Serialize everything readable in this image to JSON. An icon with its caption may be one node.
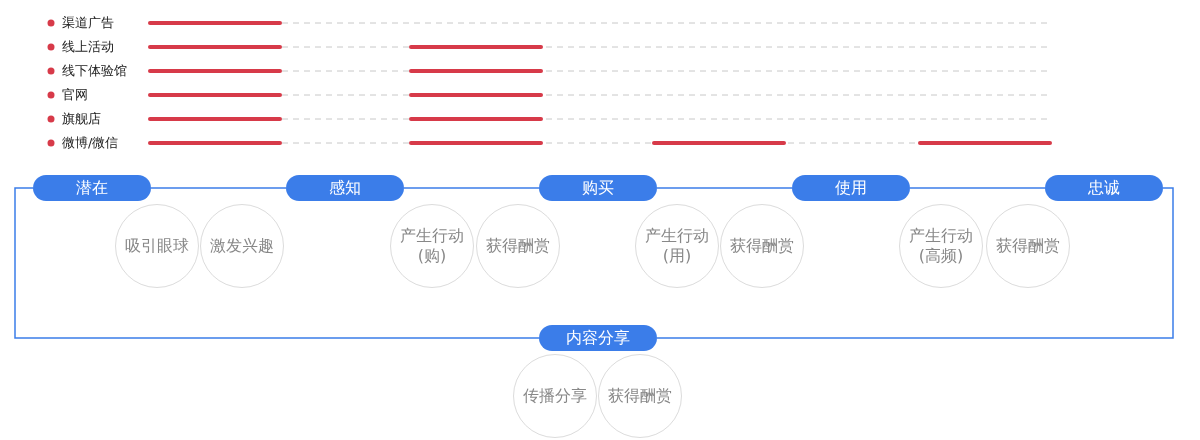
{
  "diagram": {
    "nodes": [
      {
        "text": [
          "潜在"
        ]
      },
      {
        "text": [
          "感知"
        ]
      },
      {
        "text": [
          "购买"
        ]
      },
      {
        "text": [
          "使用"
        ]
      },
      {
        "text": [
          "忠诚"
        ]
      },
      {
        "text": [
          "内容分享"
        ]
      },
      {
        "text": [
          "吸引眼球"
        ]
      },
      {
        "text": [
          "激发兴趣"
        ]
      },
      {
        "text": [
          "产生行动(购)"
        ]
      },
      {
        "text": [
          "获得酬赏"
        ]
      },
      {
        "text": [
          "产生行动(用)"
        ]
      },
      {
        "text": [
          "获得酬赏"
        ]
      },
      {
        "text": [
          "产生行动(高频)"
        ]
      },
      {
        "text": [
          "获得酬赏"
        ]
      },
      {
        "text": [
          "传播分享"
        ]
      },
      {
        "text": [
          "获得酬赏"
        ]
      }
    ],
    "edges": [
      {
        "from": 0,
        "to": 1,
        "arrow": "none"
      },
      {
        "from": 1,
        "to": 2,
        "arrow": "none"
      },
      {
        "from": 2,
        "to": 3,
        "arrow": "none"
      },
      {
        "from": 3,
        "to": 4,
        "arrow": "none"
      },
      {
        "from": 4,
        "to": 5,
        "arrow": "none"
      },
      {
        "from": 5,
        "to": 0,
        "arrow": "none"
      }
    ],
    "labels": [
      "渠道广告",
      "线上活动",
      "线下体验馆",
      "官网",
      "旗舰店",
      "微博/微信"
    ]
  }
}
